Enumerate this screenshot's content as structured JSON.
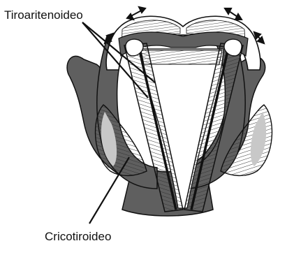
{
  "labels": {
    "top": "Tiroaritenoideo",
    "bottom": "Cricotiroideo"
  },
  "colors": {
    "cartilage": "#5f5f5f",
    "outline": "#111111",
    "muscle_fill": "#ffffff",
    "muscle_lines": "#333333",
    "shading": "#bdbdbd",
    "background": "#ffffff"
  },
  "icons": {
    "movement_arrows": "double-headed-arrow"
  }
}
